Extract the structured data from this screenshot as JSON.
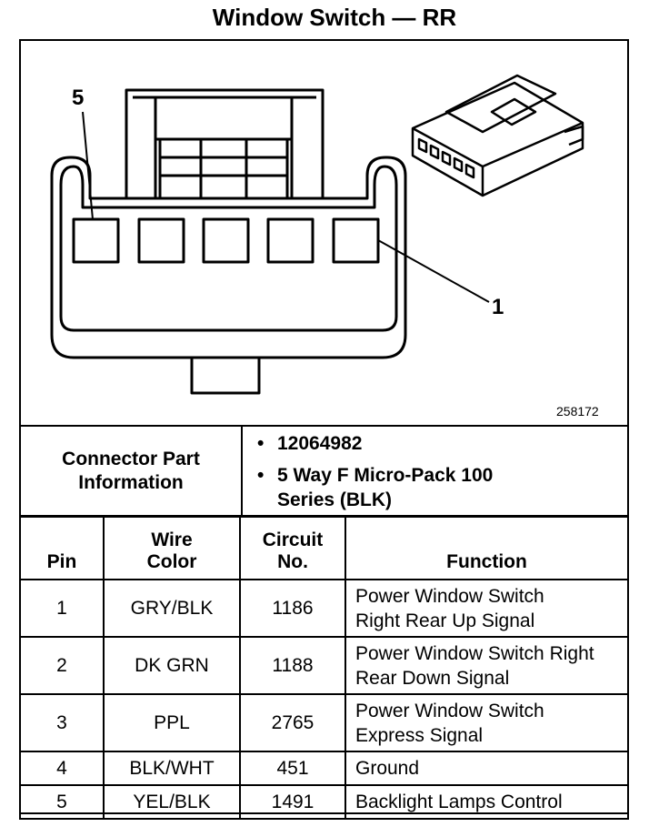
{
  "title": "Window Switch — RR",
  "diagram": {
    "pin_callout_left": "5",
    "pin_callout_right": "1",
    "image_id": "258172"
  },
  "connector": {
    "label": "Connector Part Information",
    "items": [
      "12064982",
      "5 Way F Micro-Pack 100 Series (BLK)"
    ]
  },
  "table": {
    "headers": [
      "Pin",
      "Wire Color",
      "Circuit No.",
      "Function"
    ],
    "rows": [
      {
        "pin": "1",
        "wire": "GRY/BLK",
        "circuit": "1186",
        "function": "Power Window Switch Right Rear Up Signal"
      },
      {
        "pin": "2",
        "wire": "DK GRN",
        "circuit": "1188",
        "function": "Power Window Switch Right Rear Down Signal"
      },
      {
        "pin": "3",
        "wire": "PPL",
        "circuit": "2765",
        "function": "Power Window Switch Express Signal"
      },
      {
        "pin": "4",
        "wire": "BLK/WHT",
        "circuit": "451",
        "function": "Ground"
      },
      {
        "pin": "5",
        "wire": "YEL/BLK",
        "circuit": "1491",
        "function": "Backlight Lamps Control"
      }
    ]
  }
}
